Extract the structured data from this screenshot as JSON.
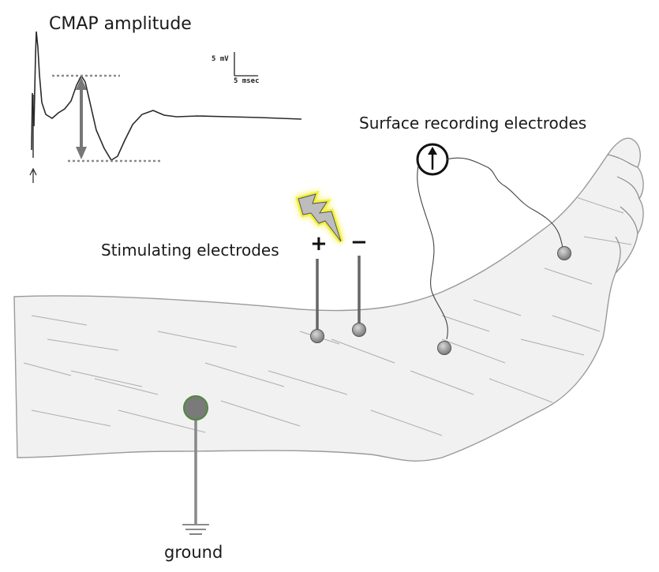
{
  "labels": {
    "cmap_title": "CMAP amplitude",
    "surface_recording": "Surface recording electrodes",
    "stimulating": "Stimulating electrodes",
    "ground": "ground"
  },
  "scale_bar": {
    "amplitude": "5 mV",
    "time": "5 msec"
  },
  "polarity": {
    "positive": "+",
    "negative": "−"
  },
  "colors": {
    "ink": "#1a1a1a",
    "electrode_fill": "#9a9a9a",
    "ground_electrode_fill": "#7a7a7a",
    "ground_electrode_border": "#4e8a3a",
    "bolt_fill": "#bdbdbd",
    "bolt_glow": "#f2ee2a",
    "dotted_guide": "#8a8a8a"
  },
  "icons": {
    "stimulus": "lightning-bolt-icon",
    "recorder": "circled-up-arrow-icon",
    "ground": "ground-symbol-icon"
  }
}
